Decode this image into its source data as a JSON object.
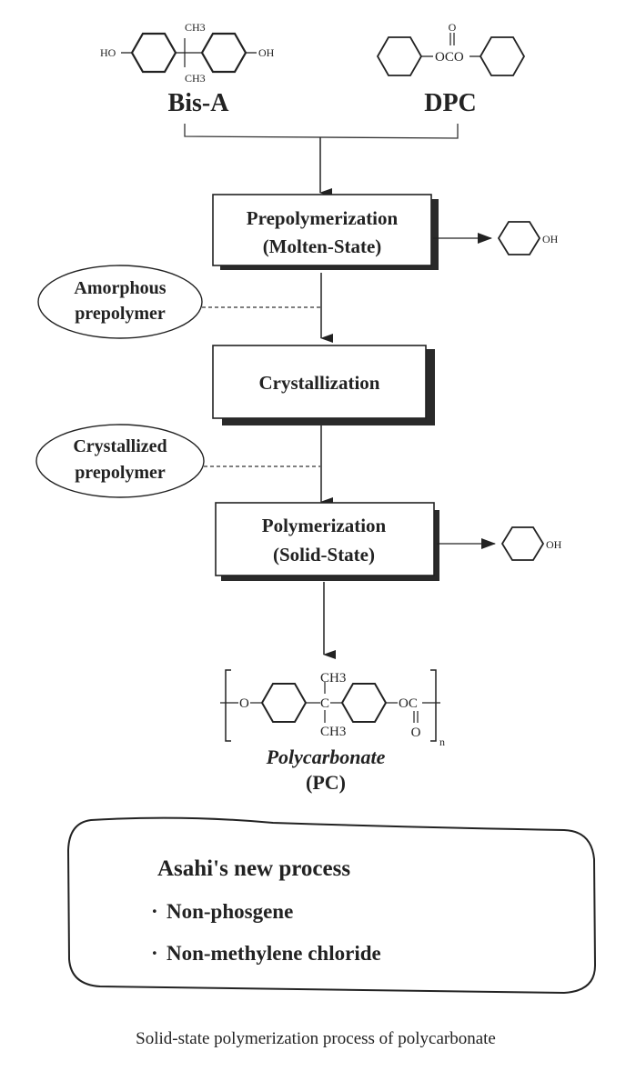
{
  "reactants": {
    "bisphenol_a": {
      "label": "Bis-A",
      "left_group": "HO",
      "right_group": "OH",
      "methyl_top": "CH3",
      "methyl_bottom": "CH3"
    },
    "dpc": {
      "label": "DPC",
      "linker": "OCO",
      "carbonyl_o": "O"
    }
  },
  "steps": [
    {
      "line1": "Prepolymerization",
      "line2": "(Molten-State)",
      "byproduct": "OH"
    },
    {
      "line1": "Crystallization",
      "line2": ""
    },
    {
      "line1": "Polymerization",
      "line2": "(Solid-State)",
      "byproduct": "OH"
    }
  ],
  "intermediates": [
    {
      "line1": "Amorphous",
      "line2": "prepolymer"
    },
    {
      "line1": "Crystallized",
      "line2": "prepolymer"
    }
  ],
  "product": {
    "name": "Polycarbonate",
    "abbr": "(PC)",
    "left_o": "O",
    "right_group": "OC",
    "carbonyl_o": "O",
    "methyl_top": "CH3",
    "methyl_bottom": "CH3",
    "repeat": "n"
  },
  "note": {
    "title": "Asahi's new process",
    "bullet": "·",
    "items": [
      "Non-phosgene",
      "Non-methylene chloride"
    ]
  },
  "caption": "Solid-state polymerization process of polycarbonate"
}
